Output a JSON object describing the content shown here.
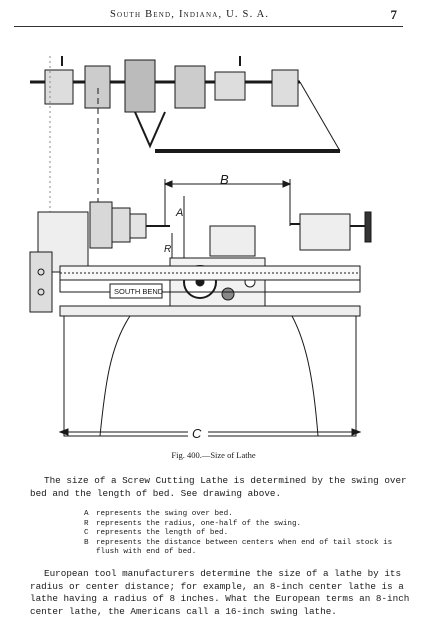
{
  "header": {
    "title": "South Bend, Indiana, U. S. A.",
    "page_number": "7"
  },
  "figure": {
    "caption": "Fig. 400.—Size of Lathe",
    "labels": {
      "b": "B",
      "a": "A",
      "r": "R",
      "c": "C",
      "plate": "SOUTH BEND"
    }
  },
  "paragraph1": "The size of a Screw Cutting Lathe is determined by the swing over bed and the length of bed. See drawing above.",
  "definitions": [
    {
      "key": "A",
      "text": "represents the swing over bed."
    },
    {
      "key": "R",
      "text": "represents the radius, one-half of the swing."
    },
    {
      "key": "C",
      "text": "represents the length of bed."
    },
    {
      "key": "B",
      "text": "represents the distance between centers when end of tail stock is flush with end of bed."
    }
  ],
  "paragraph2": "European tool manufacturers determine the size of a lathe by its radius or center distance; for example, an 8-inch center lathe is a lathe having a radius of 8 inches. What the European terms an 8-inch center lathe, the Americans call a 16-inch swing lathe."
}
